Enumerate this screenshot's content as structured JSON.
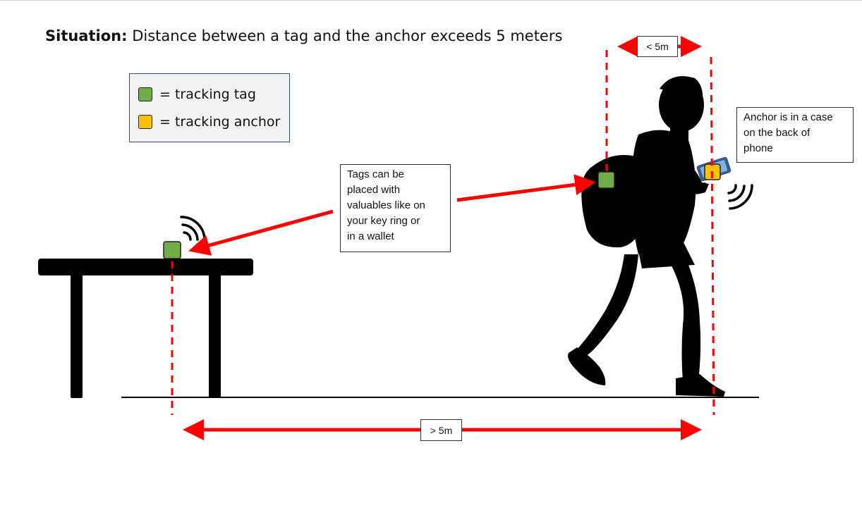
{
  "title": {
    "bold": "Situation:",
    "text": "Distance between a tag and the anchor exceeds 5 meters"
  },
  "legend": {
    "items": [
      {
        "label": "= tracking tag",
        "color": "#70ad47"
      },
      {
        "label": "= tracking anchor",
        "color": "#ffc000"
      }
    ]
  },
  "callouts": {
    "tags": [
      "Tags can be",
      "placed with",
      "valuables like on",
      "your key ring or",
      "in a wallet"
    ],
    "anchor": [
      "Anchor is in a case",
      "on the back of",
      "phone"
    ]
  },
  "dimensions": {
    "short_label": "< 5m",
    "long_label": "> 5m"
  },
  "colors": {
    "tag": "#70ad47",
    "anchor": "#ffc000",
    "arrow": "#ff0000",
    "silhouette": "#000000"
  },
  "icons": [
    "signal-waves-icon",
    "phone-icon",
    "person-silhouette-icon",
    "table-icon",
    "backpack-icon"
  ]
}
